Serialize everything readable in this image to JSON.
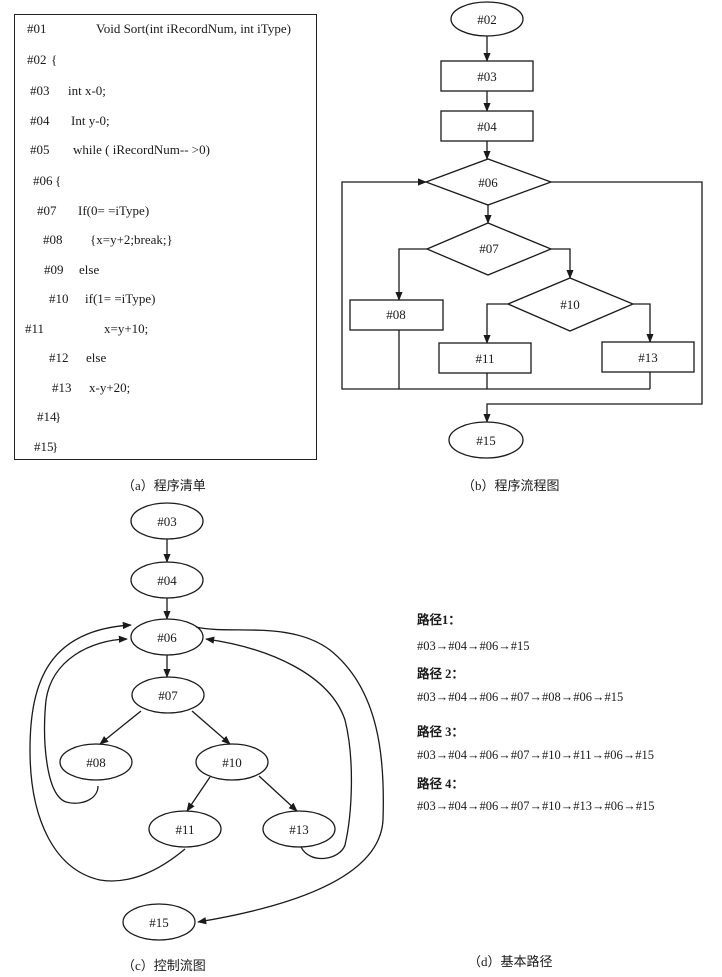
{
  "panel_a": {
    "caption": "（a）程序清单",
    "lines": [
      {
        "label": "#01",
        "code": "Void Sort(int iRecordNum, int iType)"
      },
      {
        "label": "#02",
        "code": "{"
      },
      {
        "label": "#03",
        "code": "int x-0;"
      },
      {
        "label": "#04",
        "code": "Int y-0;"
      },
      {
        "label": "#05",
        "code": "while ( iRecordNum-- >0)"
      },
      {
        "label": "#06",
        "code": "{"
      },
      {
        "label": "#07",
        "code": "If(0= =iType)"
      },
      {
        "label": "#08",
        "code": "{x=y+2;break;}"
      },
      {
        "label": "#09",
        "code": "else"
      },
      {
        "label": "#10",
        "code": "if(1= =iType)"
      },
      {
        "label": "#11",
        "code": "x=y+10;"
      },
      {
        "label": "#12",
        "code": "else"
      },
      {
        "label": "#13",
        "code": "x-y+20;"
      },
      {
        "label": "#14",
        "code": "}"
      },
      {
        "label": "#15",
        "code": "}"
      }
    ]
  },
  "panel_b": {
    "caption": "（b）程序流程图",
    "nodes": {
      "n02": "#02",
      "n03": "#03",
      "n04": "#04",
      "n06": "#06",
      "n07": "#07",
      "n08": "#08",
      "n10": "#10",
      "n11": "#11",
      "n13": "#13",
      "n15": "#15"
    }
  },
  "panel_c": {
    "caption": "（c）控制流图",
    "nodes": {
      "n03": "#03",
      "n04": "#04",
      "n06": "#06",
      "n07": "#07",
      "n08": "#08",
      "n10": "#10",
      "n11": "#11",
      "n13": "#13",
      "n15": "#15"
    },
    "edges": [
      [
        "#03",
        "#04"
      ],
      [
        "#04",
        "#06"
      ],
      [
        "#06",
        "#07"
      ],
      [
        "#07",
        "#08"
      ],
      [
        "#07",
        "#10"
      ],
      [
        "#10",
        "#11"
      ],
      [
        "#10",
        "#13"
      ],
      [
        "#08",
        "#06"
      ],
      [
        "#11",
        "#06"
      ],
      [
        "#13",
        "#06"
      ],
      [
        "#06",
        "#15"
      ]
    ]
  },
  "panel_d": {
    "caption": "（d）基本路径",
    "paths": [
      {
        "title": "路径1：",
        "sequence": "#03→#04→#06→#15"
      },
      {
        "title": "路径 2：",
        "sequence": "#03→#04→#06→#07→#08→#06→#15"
      },
      {
        "title": "路径 3：",
        "sequence": "#03→#04→#06→#07→#10→#11→#06→#15"
      },
      {
        "title": "路径 4：",
        "sequence": "#03→#04→#06→#07→#10→#13→#06→#15"
      }
    ]
  }
}
